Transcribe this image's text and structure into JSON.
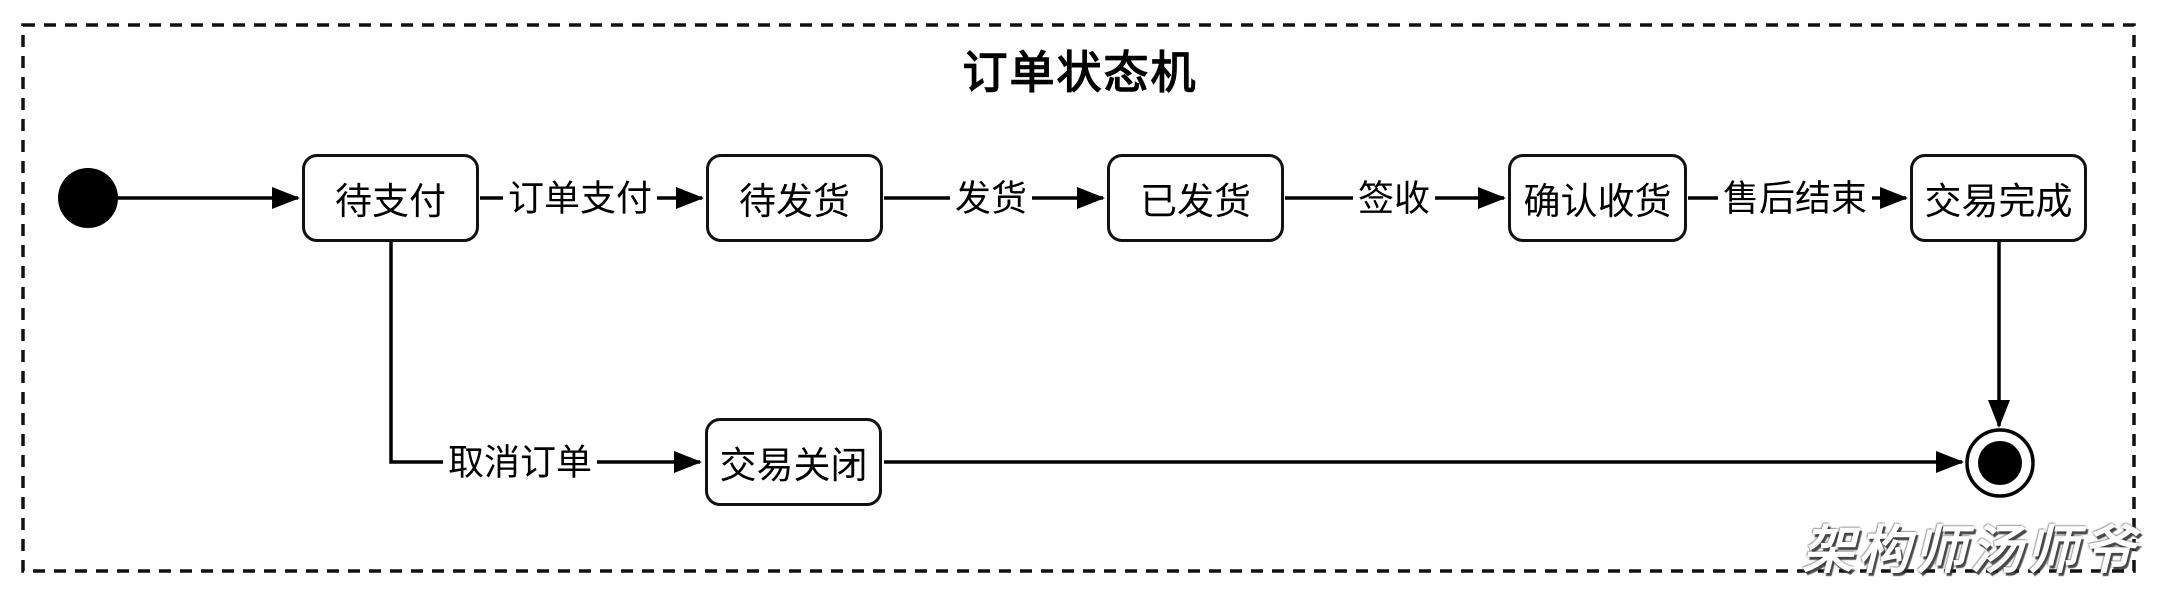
{
  "diagram": {
    "title": "订单状态机",
    "watermark": "架构师汤师爷",
    "type": "state-machine",
    "colors": {
      "background": "#ffffff",
      "line": "#000000",
      "node_border": "#111111",
      "node_fill": "#ffffff",
      "initial_state_fill": "#000000",
      "final_state_fill": "#000000"
    },
    "states": [
      {
        "id": "pending-payment",
        "label": "待支付"
      },
      {
        "id": "pending-shipment",
        "label": "待发货"
      },
      {
        "id": "shipped",
        "label": "已发货"
      },
      {
        "id": "confirm-receipt",
        "label": "确认收货"
      },
      {
        "id": "transaction-complete",
        "label": "交易完成"
      },
      {
        "id": "transaction-closed",
        "label": "交易关闭"
      }
    ],
    "pseudo_states": [
      {
        "id": "initial",
        "kind": "initial-state-dot"
      },
      {
        "id": "final",
        "kind": "final-state-double-circle"
      }
    ],
    "transitions": [
      {
        "from": "initial",
        "to": "待支付",
        "label": ""
      },
      {
        "from": "待支付",
        "to": "待发货",
        "label": "订单支付"
      },
      {
        "from": "待发货",
        "to": "已发货",
        "label": "发货"
      },
      {
        "from": "已发货",
        "to": "确认收货",
        "label": "签收"
      },
      {
        "from": "确认收货",
        "to": "交易完成",
        "label": "售后结束"
      },
      {
        "from": "交易完成",
        "to": "final",
        "label": ""
      },
      {
        "from": "待支付",
        "to": "交易关闭",
        "label": "取消订单"
      },
      {
        "from": "交易关闭",
        "to": "final",
        "label": ""
      }
    ]
  }
}
